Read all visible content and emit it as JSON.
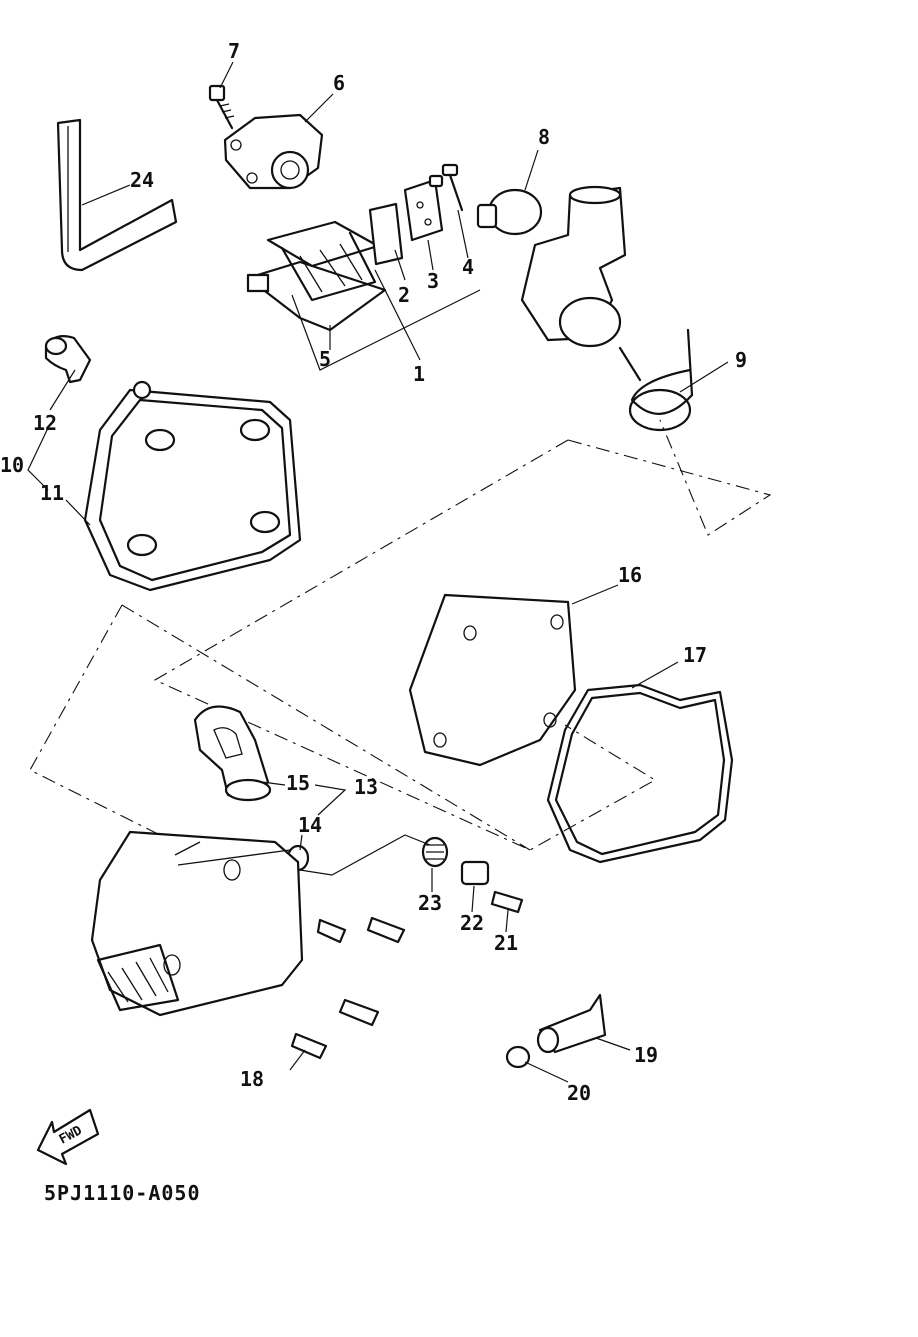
{
  "callouts": {
    "c1": "1",
    "c2": "2",
    "c3": "3",
    "c4": "4",
    "c5": "5",
    "c6": "6",
    "c7": "7",
    "c8": "8",
    "c9": "9",
    "c10": "10",
    "c11": "11",
    "c12": "12",
    "c13": "13",
    "c14": "14",
    "c15": "15",
    "c16": "16",
    "c17": "17",
    "c18": "18",
    "c19": "19",
    "c20": "20",
    "c21": "21",
    "c22": "22",
    "c23": "23",
    "c24": "24"
  },
  "fwd_label": "FWD",
  "diagram_code": "5PJ1110-A050"
}
